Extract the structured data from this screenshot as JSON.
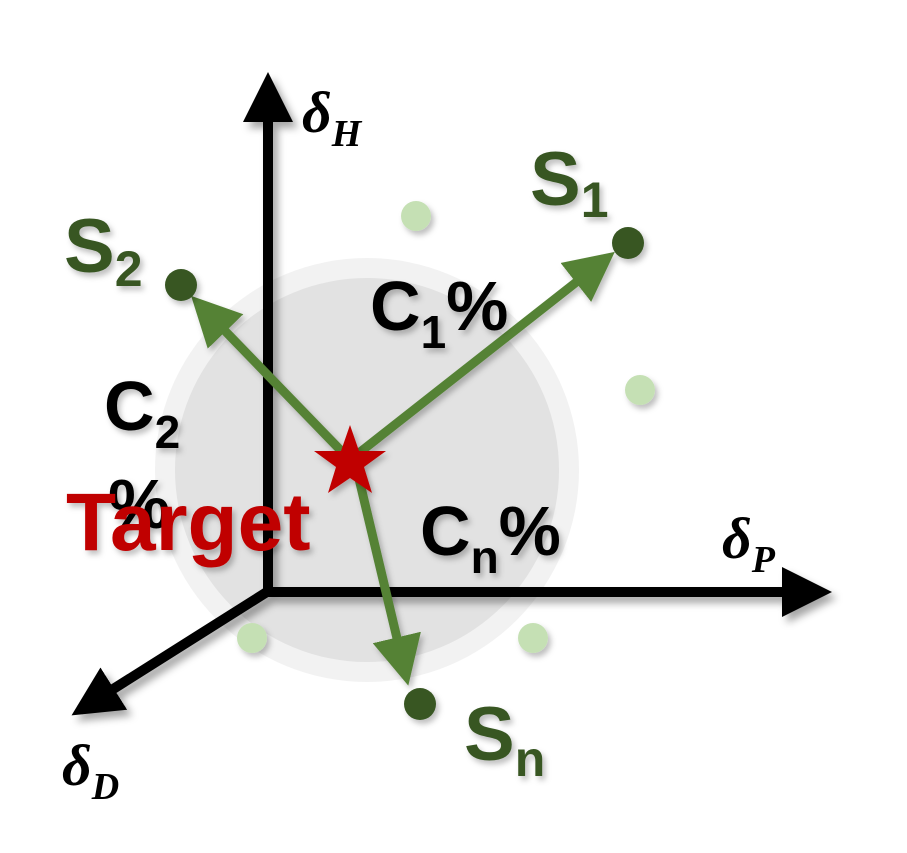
{
  "colors": {
    "axis": "#000000",
    "vector": "#548235",
    "solvent_dot": "#375623",
    "candidate_dot": "#c5e0b4",
    "target": "#c00000",
    "sphere": "#d9d9d9",
    "contribution_text": "#000000"
  },
  "axes": {
    "h": {
      "symbol": "δ",
      "subscript": "H"
    },
    "p": {
      "symbol": "δ",
      "subscript": "P"
    },
    "d": {
      "symbol": "δ",
      "subscript": "D"
    }
  },
  "target": {
    "label": "Target",
    "icon": "star-icon"
  },
  "solvents": [
    {
      "id": "s1",
      "base": "S",
      "subscript": "1"
    },
    {
      "id": "s2",
      "base": "S",
      "subscript": "2"
    },
    {
      "id": "sn",
      "base": "S",
      "subscript": "n"
    }
  ],
  "contributions": [
    {
      "id": "c1",
      "base": "C",
      "subscript": "1",
      "suffix": "%"
    },
    {
      "id": "c2",
      "base": "C",
      "subscript": "2",
      "suffix": "%"
    },
    {
      "id": "cn",
      "base": "C",
      "subscript": "n",
      "suffix": "%"
    }
  ]
}
